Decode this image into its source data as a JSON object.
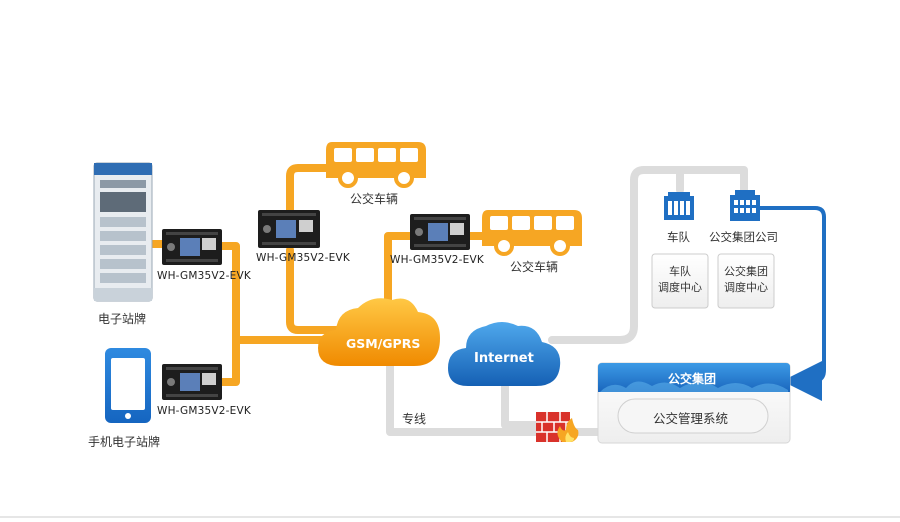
{
  "labels": {
    "e_board": "电子站牌",
    "mobile_board": "手机电子站牌",
    "bus_top": "公交车辆",
    "bus_mid": "公交车辆",
    "evk_1": "WH-GM35V2-EVK",
    "evk_2": "WH-GM35V2-EVK",
    "evk_3": "WH-GM35V2-EVK",
    "evk_4": "WH-GM35V2-EVK",
    "gsm": "GSM/GPRS",
    "internet": "Internet",
    "leased_line": "专线",
    "fleet": "车队",
    "group_company": "公交集团公司",
    "fleet_dispatch_1": "车队",
    "fleet_dispatch_2": "调度中心",
    "group_dispatch_1": "公交集团",
    "group_dispatch_2": "调度中心",
    "group_panel_title": "公交集团",
    "management_system": "公交管理系统"
  },
  "colors": {
    "orange": "#f6a623",
    "orange_dark": "#f08a00",
    "blue": "#1f6fc3",
    "blue_light": "#3a95e0",
    "gray_line": "#d9d9d9",
    "firewall": "#d9322b"
  }
}
